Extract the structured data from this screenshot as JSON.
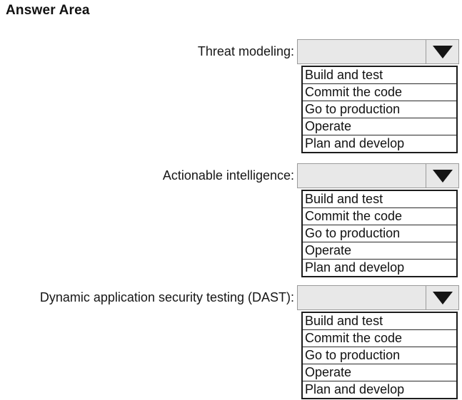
{
  "title": "Answer Area",
  "icons": {
    "dropdown_arrow": "down-filled-triangle"
  },
  "colors": {
    "select_fill": "#e8e8e8",
    "select_border": "#9b9b9b",
    "list_border": "#1c1c1c",
    "text": "#111111"
  },
  "questions": [
    {
      "label": "Threat modeling:",
      "selected_value": "",
      "options": [
        "Build and test",
        "Commit the code",
        "Go to production",
        "Operate",
        "Plan and develop"
      ]
    },
    {
      "label": "Actionable intelligence:",
      "selected_value": "",
      "options": [
        "Build and test",
        "Commit the code",
        "Go to production",
        "Operate",
        "Plan and develop"
      ]
    },
    {
      "label": "Dynamic application security testing (DAST):",
      "selected_value": "",
      "options": [
        "Build and test",
        "Commit the code",
        "Go to production",
        "Operate",
        "Plan and develop"
      ]
    }
  ]
}
